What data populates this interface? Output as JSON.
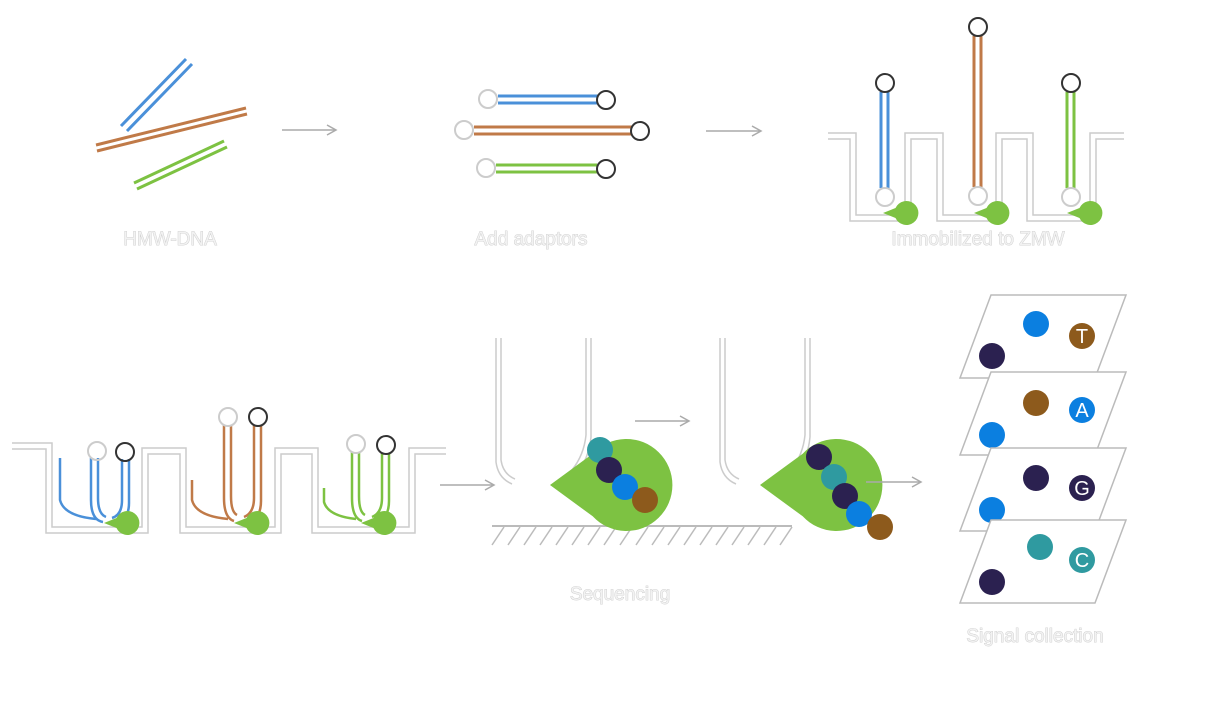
{
  "labels": {
    "hmw_dna": "HMW-DNA",
    "add_adaptors": "Add adaptors",
    "immobilized": "Immobilized to ZMW",
    "sequencing": "Sequencing",
    "signal_collection": "Signal collection"
  },
  "bases": {
    "T": "T",
    "A": "A",
    "G": "G",
    "C": "C"
  },
  "colors": {
    "strand_blue": "#4a90d9",
    "strand_orange": "#c07a48",
    "strand_green": "#7dc242",
    "polymerase": "#7dc242",
    "base_navy": "#2b2150",
    "base_blue": "#0b7fe0",
    "base_teal": "#2f9aa0",
    "base_brown": "#8d5a1c",
    "well_outline": "#cccccc",
    "arrow": "#aaaaaa"
  },
  "icons": [
    "right-arrow-icon",
    "polymerase-icon",
    "hairpin-adaptor-icon",
    "nucleotide-icon"
  ]
}
